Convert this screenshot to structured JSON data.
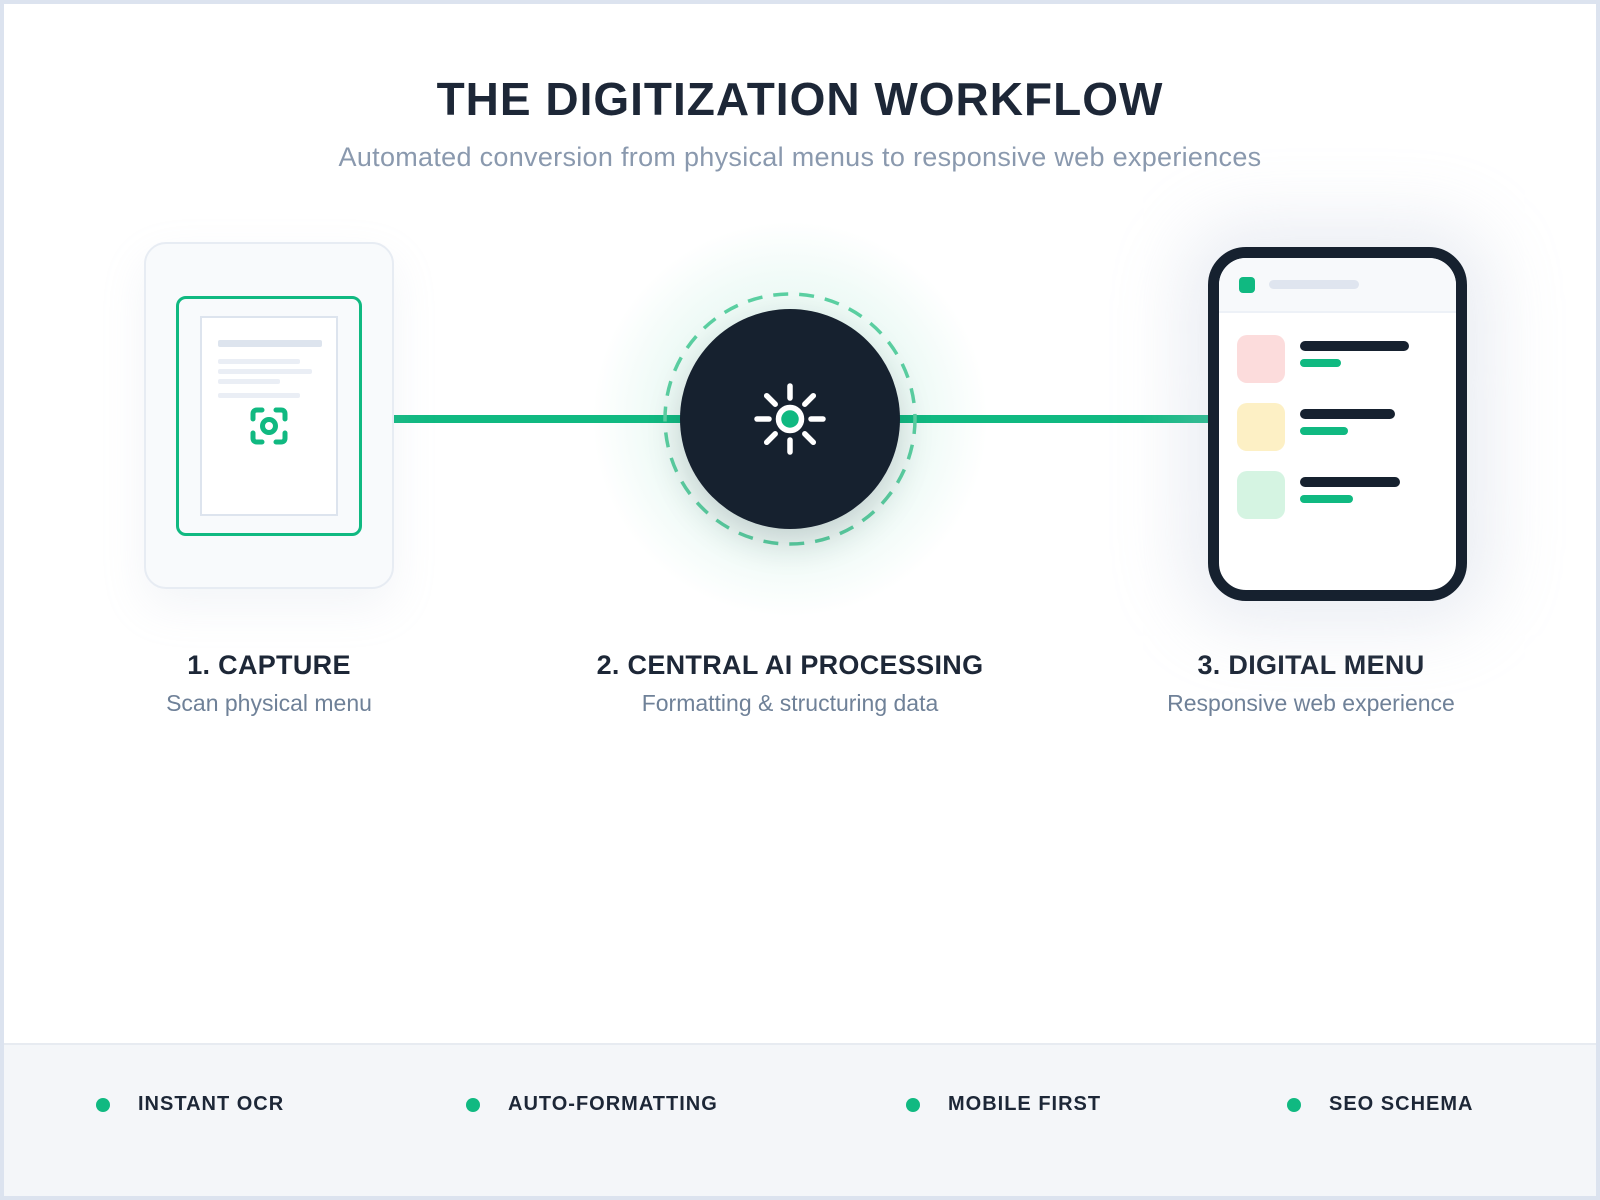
{
  "header": {
    "title": "THE DIGITIZATION WORKFLOW",
    "subtitle": "Automated conversion from physical menus to responsive web experiences"
  },
  "steps": [
    {
      "title": "1. CAPTURE",
      "subtitle": "Scan physical menu",
      "icon": "scan-target-icon"
    },
    {
      "title": "2. CENTRAL AI PROCESSING",
      "subtitle": "Formatting & structuring data",
      "icon": "spark-icon"
    },
    {
      "title": "3. DIGITAL MENU",
      "subtitle": "Responsive web experience",
      "icon": "phone-menu-mockup"
    }
  ],
  "features": [
    {
      "label": "INSTANT OCR",
      "icon": "bullet-dot-icon"
    },
    {
      "label": "AUTO-FORMATTING",
      "icon": "bullet-dot-icon"
    },
    {
      "label": "MOBILE FIRST",
      "icon": "bullet-dot-icon"
    },
    {
      "label": "SEO SCHEMA",
      "icon": "bullet-dot-icon"
    }
  ],
  "colors": {
    "accent": "#10b981",
    "accent_soft": "#5bd0a2",
    "navy": "#16212f",
    "ink": "#1d2737",
    "muted": "#8a99ae",
    "muted_deep": "#6f8198",
    "card_bg": "#f8fafc",
    "card_border": "#e7ecf3",
    "doc_border": "#dde4ee",
    "doc_line": "#dde4ee",
    "doc_line_light": "#eaeef5",
    "phone_header": "#f7f9fb",
    "phone_divider": "#edf1f7",
    "pill": "#dfe5ef",
    "thumb_pink": "#fcdcdc",
    "thumb_yellow": "#fdf0c5",
    "thumb_green": "#d5f4e2",
    "footer_bg": "#f4f6f9",
    "footer_border": "#e7ebf1",
    "page_border": "#dce3ef"
  }
}
